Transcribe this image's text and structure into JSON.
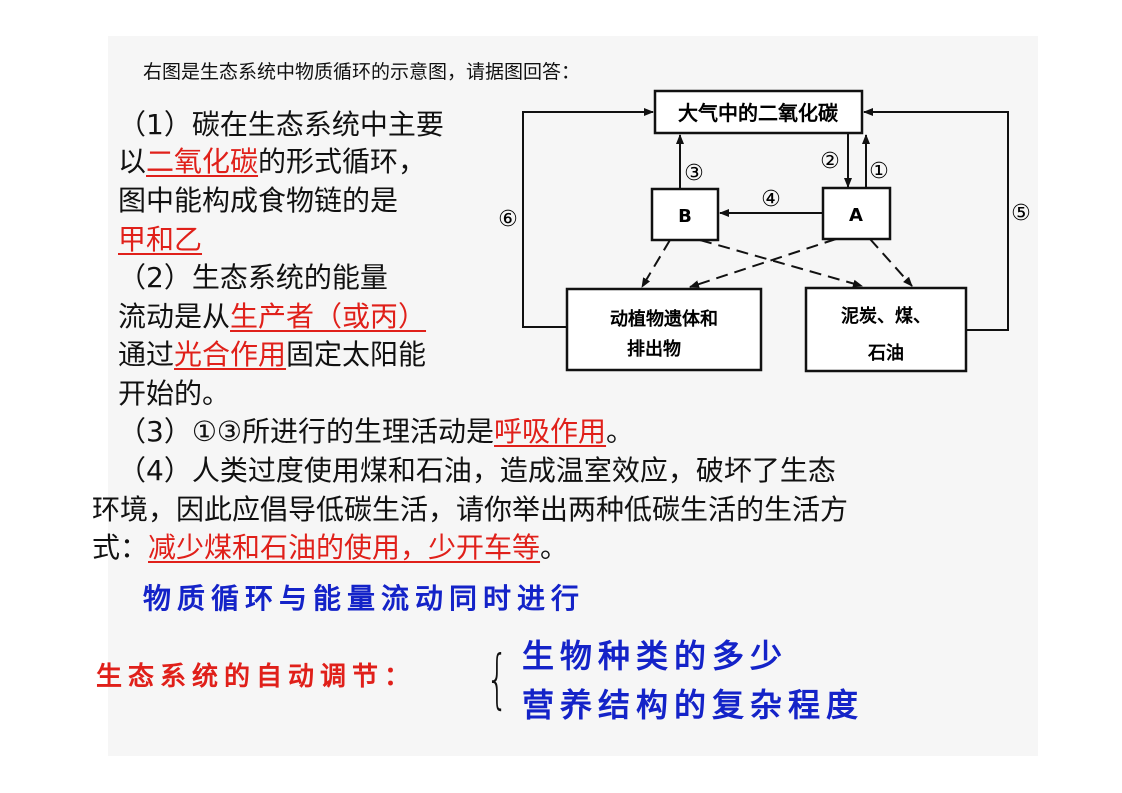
{
  "intro": "右图是生态系统中物质循环的示意图，请据图回答：",
  "q1": {
    "line1": "（1）碳在生态系统中主要",
    "line2_pre": "以",
    "line2_ans": "二氧化碳",
    "line2_post": "的形式循环，",
    "line3": "图中能构成食物链的是",
    "line4_ans": "甲和乙"
  },
  "q2": {
    "line1": "（2）生态系统的能量",
    "line2_pre": "流动是从",
    "line2_ans": "生产者（或丙）",
    "line3_pre": "通过",
    "line3_ans": "光合作用",
    "line3_post": "固定太阳能",
    "line4": "开始的。"
  },
  "q3": {
    "pre": "（3）①③所进行的生理活动是",
    "ans": "呼吸作用",
    "post": "。"
  },
  "q4": {
    "line1": "（4）人类过度使用煤和石油，造成温室效应，破坏了生态",
    "line2": "环境，因此应倡导低碳生活，请你举出两种低碳生活的生活方",
    "line3_pre": "式：",
    "line3_ans": "减少煤和石油的使用，少开车等",
    "line3_post": "。"
  },
  "note1": "物质循环与能量流动同时进行",
  "note2": {
    "label": "生态系统的自动调节：",
    "item1": "生物种类的多少",
    "item2": "营养结构的复杂程度"
  },
  "diagram": {
    "top_box": "大气中的二氧化碳",
    "box_b": "B",
    "box_a": "A",
    "box_remains_line1": "动植物遗体和",
    "box_remains_line2": "排出物",
    "box_fossil_line1": "泥炭、煤、",
    "box_fossil_line2": "石油",
    "arrow_labels": [
      "①",
      "②",
      "③",
      "④",
      "⑤",
      "⑥"
    ]
  },
  "colors": {
    "answer": "#e0201a",
    "note_blue": "#1423c8",
    "note_red": "#e0201a"
  }
}
